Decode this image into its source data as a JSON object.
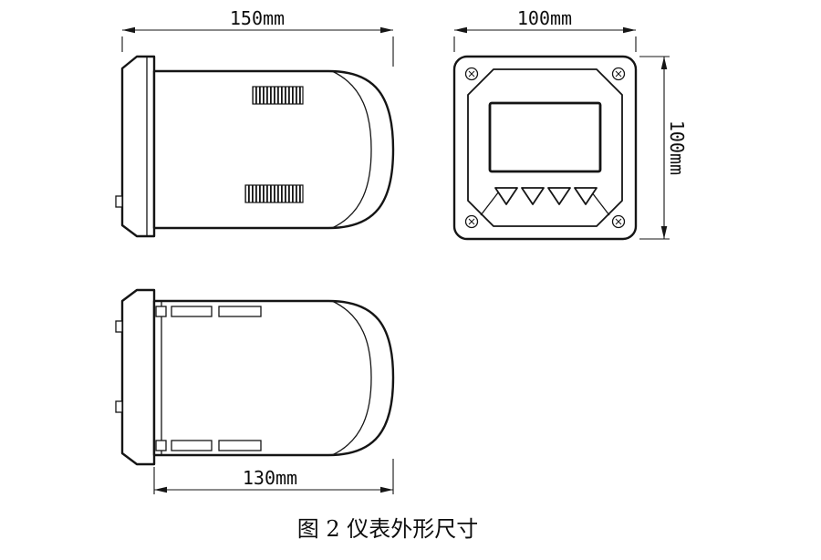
{
  "figure": {
    "caption": "图 2 仪表外形尺寸"
  },
  "dimension_labels": {
    "side_width": "150mm",
    "front_width": "100mm",
    "front_height": "100mm",
    "mount_depth": "130mm"
  },
  "colors": {
    "line_color": "#000000",
    "background": "#ffffff"
  }
}
